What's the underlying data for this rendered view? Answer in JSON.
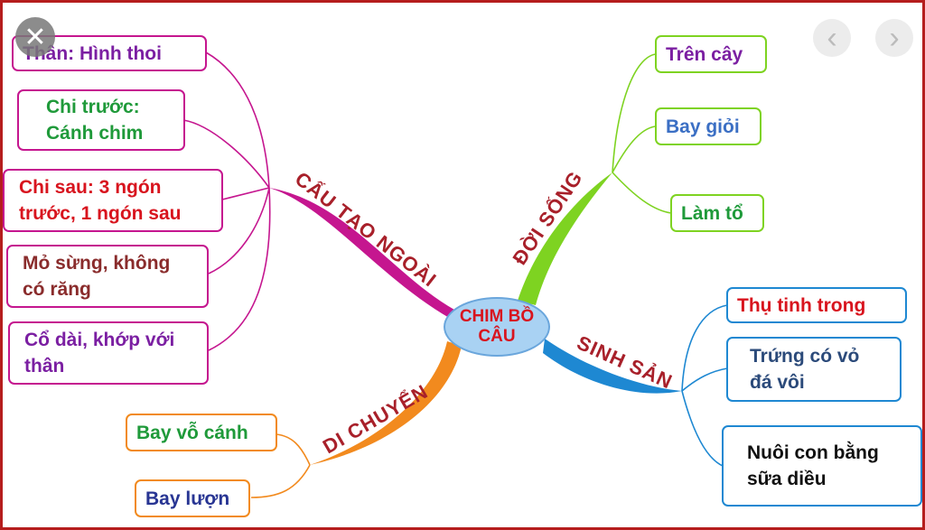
{
  "center": {
    "line1": "CHIM BỒ",
    "line2": "CÂU"
  },
  "branches": {
    "cau_tao_ngoai": {
      "label": "CẤU TẠO NGOÀI",
      "color": "#c5168f",
      "items": [
        {
          "lines": [
            "Thân: Hình thoi"
          ],
          "color": "#7b1fa2"
        },
        {
          "lines": [
            "Chi trước:",
            "Cánh chim"
          ],
          "color": "#1f9a3a"
        },
        {
          "lines": [
            "Chi sau: 3 ngón",
            "trước, 1 ngón sau"
          ],
          "color": "#d8141e"
        },
        {
          "lines": [
            "Mỏ sừng, không",
            "có răng"
          ],
          "color": "#8a2c2c"
        },
        {
          "lines": [
            "Cổ dài, khớp với",
            "thân"
          ],
          "color": "#7b1fa2"
        }
      ]
    },
    "doi_song": {
      "label": "ĐỜI SỐNG",
      "color": "#7ed321",
      "items": [
        {
          "lines": [
            "Trên cây"
          ],
          "color": "#7b1fa2"
        },
        {
          "lines": [
            "Bay giỏi"
          ],
          "color": "#3b6fc4"
        },
        {
          "lines": [
            "Làm tổ"
          ],
          "color": "#1f9a3a"
        }
      ]
    },
    "sinh_san": {
      "label": "SINH SẢN",
      "color": "#1e88d2",
      "items": [
        {
          "lines": [
            "Thụ tinh trong"
          ],
          "color": "#d8141e"
        },
        {
          "lines": [
            "Trứng có vỏ",
            "đá vôi"
          ],
          "color": "#2b4a7a"
        },
        {
          "lines": [
            "Nuôi con bằng",
            "sữa diều"
          ],
          "color": "#111111"
        }
      ]
    },
    "di_chuyen": {
      "label": "DI CHUYỂN",
      "color": "#f28a1e",
      "items": [
        {
          "lines": [
            "Bay vỗ cánh"
          ],
          "color": "#1f9a3a"
        },
        {
          "lines": [
            "Bay lượn"
          ],
          "color": "#283593"
        }
      ]
    }
  },
  "icons": {
    "close": "close-icon",
    "prev": "chevron-left-icon",
    "next": "chevron-right-icon"
  }
}
